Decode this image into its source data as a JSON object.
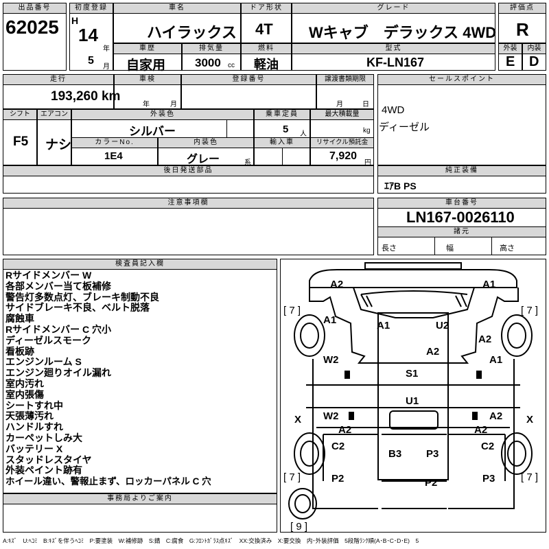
{
  "header": {
    "lot_label": "出品番号",
    "lot": "62025",
    "reg_label": "初度登録",
    "era": "H",
    "year": "14",
    "year_unit": "年",
    "month": "5",
    "month_unit": "月",
    "car_label": "車名",
    "car": "ハイラックス",
    "door_label": "ドア形状",
    "door": "4T",
    "grade_label": "グレード",
    "grade": "Wキャブ　デラックス 4WD",
    "score_label": "評価点",
    "score": "R",
    "ext_label": "外装",
    "ext": "E",
    "int_label": "内装",
    "int": "D",
    "history_label": "車歴",
    "history": "自家用",
    "cc_label": "排気量",
    "cc": "3000",
    "cc_unit": "cc",
    "fuel_label": "燃料",
    "fuel": "軽油",
    "model_label": "型式",
    "model": "KF-LN167"
  },
  "row2": {
    "mileage_label": "走行",
    "mileage": "193,260 km",
    "inspection_label": "車検",
    "insp_year": "年",
    "insp_month": "月",
    "plate_label": "登録番号",
    "transfer_label": "譲渡書類期限",
    "transfer_month": "月",
    "transfer_day": "日",
    "sales_label": "セールスポイント",
    "sales_points": [
      "4WD",
      "ディーゼル"
    ]
  },
  "row3": {
    "shift_label": "シフト",
    "shift": "F5",
    "ac_label": "エアコン",
    "ac": "ナシ",
    "ext_color_label": "外装色",
    "ext_color": "シルバー",
    "capacity_label": "乗車定員",
    "capacity": "5",
    "capacity_unit": "人",
    "max_load_label": "最大積載量",
    "max_load_unit": "kg",
    "color_no_label": "カラーNo.",
    "color_no": "1E4",
    "int_color_label": "内装色",
    "int_color": "グレー",
    "int_color_unit": "系",
    "import_label": "輸入車",
    "recycle_label": "リサイクル預託金",
    "recycle": "7,920",
    "recycle_unit": "円"
  },
  "later_parts_label": "後日発送部品",
  "equipment_label": "純正装備",
  "equipment": "ｴｱB PS",
  "caution_label": "注意事項欄",
  "chassis_label": "車台番号",
  "chassis": "LN167-0026110",
  "dims_label": "諸元",
  "length_label": "長さ",
  "width_label": "幅",
  "height_label": "高さ",
  "inspector_label": "検査員記入欄",
  "inspector_notes": [
    "Rサイドメンバー W",
    "各部メンバー当て板補修",
    "警告灯多数点灯、ブレーキ制動不良",
    "サイドブレーキ不良、ベルト脱落",
    "腐蝕車",
    "Rサイドメンバー C 穴小",
    "ディーゼルスモーク",
    "看板跡",
    "エンジンルーム S",
    "エンジン廻りオイル漏れ",
    "室内汚れ",
    "室内張傷",
    "シートすれ中",
    "天張薄汚れ",
    "ハンドルすれ",
    "カーペットしみ大",
    "バッテリー X",
    "スタッドレスタイヤ",
    "外装ペイント跡有",
    "ホイール違い、警報止まず、ロッカーパネル C 穴"
  ],
  "office_label": "事務局よりご案内",
  "diagram": {
    "tire_marks": [
      "[ 7 ]",
      "[ 7 ]",
      "[ 7 ]",
      "[ 7 ]",
      "[ 9 ]"
    ],
    "marks": [
      "A2",
      "A1",
      "A1",
      "A1",
      "U2",
      "A2",
      "A2",
      "A1",
      "W2",
      "S1",
      "U1",
      "X",
      "W2",
      "A2",
      "X",
      "A2",
      "A2",
      "C2",
      "C2",
      "B3",
      "P3",
      "P2",
      "P2",
      "P3"
    ]
  },
  "legend": "A:ｷｽﾞ　U:ﾍｺﾐ　B:ｷｽﾞを伴うﾍｺﾐ　P:要塗装　W:補修跡　S:錆　C:腐食　G:ﾌﾛﾝﾄｶﾞﾗｽ点ｷｽﾞ　XX:交換済み　X:要交換　内･外装評価　5段階ﾗﾝｸ順(A･B･C･D･E)　5"
}
